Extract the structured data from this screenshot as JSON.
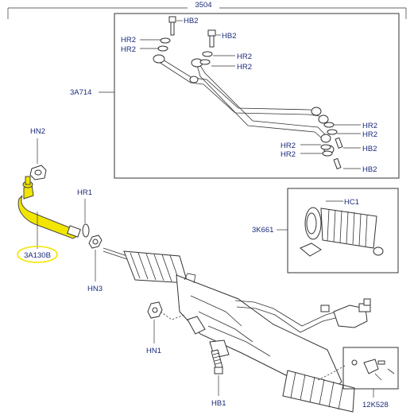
{
  "labels": {
    "assembly": "3504",
    "pipes_group": "3A714",
    "boot_kit": "3K661",
    "hose_clamp": "HC1",
    "tie_rod_end": "3A130B",
    "valve_kit": "12K528",
    "hn2": "HN2",
    "hr1": "HR1",
    "hn3": "HN3",
    "hn1": "HN1",
    "hb1": "HB1",
    "hb2_a": "HB2",
    "hb2_b": "HB2",
    "hr2_a": "HR2",
    "hr2_b": "HR2",
    "hr2_c": "HR2",
    "hr2_d": "HR2",
    "hr2_e": "HR2",
    "hr2_f": "HR2",
    "hr2_g": "HR2",
    "hr2_h": "HR2",
    "hb2_c": "HB2",
    "hb2_d": "HB2"
  },
  "colors": {
    "label_text": "#1a2a7a",
    "highlight_part": "#f2e600",
    "highlight_ring": "#f2e600"
  }
}
